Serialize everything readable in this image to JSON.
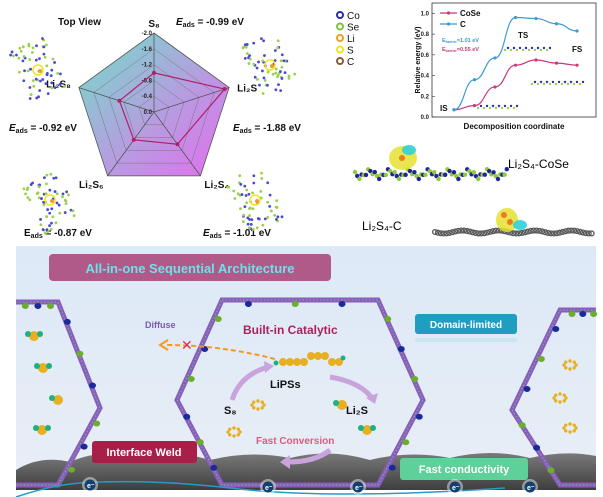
{
  "radar": {
    "top_view_label": "Top View",
    "eads_symbol": "E",
    "eads_sub": "ads",
    "axes": [
      {
        "label": "S₈",
        "value": 0.99,
        "eads": " = -0.99 eV"
      },
      {
        "label": "Li₂S",
        "value": 1.88,
        "eads": " = -1.88 eV"
      },
      {
        "label": "Li₂S₄",
        "value": 1.01,
        "eads": " = -1.01 eV"
      },
      {
        "label": "Li₂S₆",
        "value": 0.87,
        "eads": " = -0.87 eV"
      },
      {
        "label": "Li₂S₈",
        "value": 0.92,
        "eads": " = -0.92 eV"
      }
    ],
    "ticks": [
      "0.0",
      "-0.4",
      "-0.8",
      "-1.2",
      "-1.6",
      "-2.0"
    ],
    "line_color": "#b0206a"
  },
  "legend": [
    {
      "label": "Co",
      "color": "#2a2ab0"
    },
    {
      "label": "Se",
      "color": "#7cc43a"
    },
    {
      "label": "Li",
      "color": "#f0a020"
    },
    {
      "label": "S",
      "color": "#f2e320"
    },
    {
      "label": "C",
      "color": "#8a5a3a"
    }
  ],
  "chart_data": {
    "type": "line",
    "xlabel": "Decomposition coordinate",
    "ylabel": "Relative energy (eV)",
    "ylim": [
      0.0,
      1.1
    ],
    "yticks": [
      "0.0",
      "0.2",
      "0.4",
      "0.6",
      "0.8",
      "1.0"
    ],
    "series": [
      {
        "name": "CoSe",
        "color": "#c8397a",
        "values": [
          0.07,
          0.11,
          0.29,
          0.5,
          0.55,
          0.52,
          0.5
        ]
      },
      {
        "name": "C",
        "color": "#3a9ad6",
        "values": [
          0.07,
          0.36,
          0.57,
          0.96,
          0.95,
          0.9,
          0.83
        ]
      }
    ],
    "annotations": {
      "is": "IS",
      "ts": "TS",
      "fs": "FS"
    },
    "barrier_c": {
      "symbol": "E",
      "sub": "barrier",
      "value": "=1.01 eV"
    },
    "barrier_cose": {
      "symbol": "E",
      "sub": "barrier",
      "value": "=0.55 eV"
    }
  },
  "structures": {
    "cose_label": "Li₂S₄-CoSe",
    "c_label": "Li₂S₄-C"
  },
  "architecture": {
    "title": "All-in-one Sequential Architecture",
    "diffuse": "Diffuse",
    "built_in": "Built-in Catalytic",
    "domain_limited": "Domain-limited",
    "lipss": "LiPSs",
    "s8": "S₈",
    "li2s": "Li₂S",
    "fast_conversion": "Fast Conversion",
    "interface_weld": "Interface Weld",
    "fast_conductivity": "Fast conductivity",
    "electron": "e⁻"
  }
}
